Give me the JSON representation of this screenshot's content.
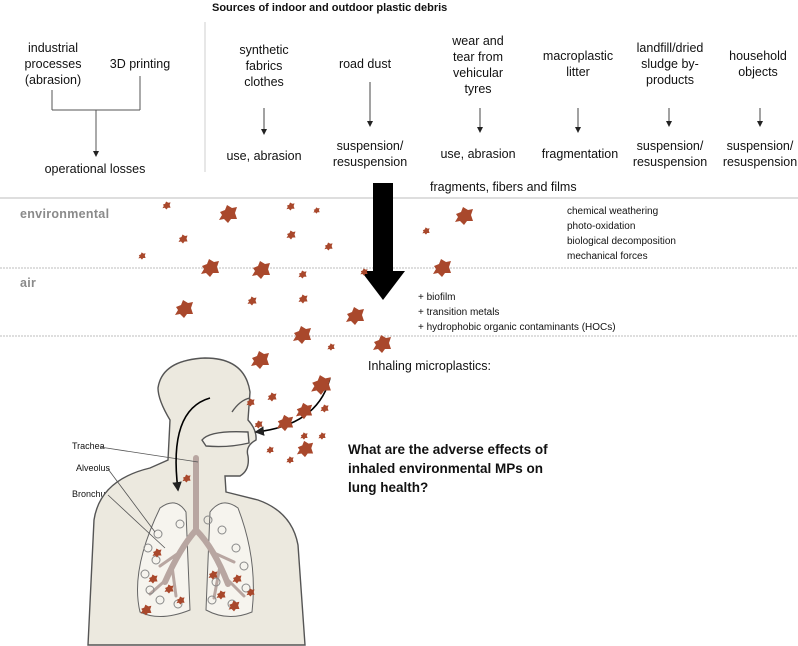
{
  "title": "Sources of indoor and outdoor plastic debris",
  "sources": [
    {
      "id": "industrial",
      "label": "industrial\nprocesses\n(abrasion)"
    },
    {
      "id": "printing",
      "label": "3D printing"
    },
    {
      "id": "fabrics",
      "label": "synthetic\nfabrics\nclothes",
      "process": "use, abrasion"
    },
    {
      "id": "road",
      "label": "road dust",
      "process": "suspension/\nresuspension"
    },
    {
      "id": "tyres",
      "label": "wear and\ntear from\nvehicular\ntyres",
      "process": "use, abrasion"
    },
    {
      "id": "macro",
      "label": "macroplastic\nlitter",
      "process": "fragmentation"
    },
    {
      "id": "landfill",
      "label": "landfill/dried\nsludge by-\nproducts",
      "process": "suspension/\nresuspension"
    },
    {
      "id": "household",
      "label": "household\nobjects",
      "process": "suspension/\nresuspension"
    }
  ],
  "operational_losses": "operational losses",
  "fragments_label": "fragments, fibers and films",
  "zones": {
    "environmental": "environmental",
    "air": "air"
  },
  "weathering": [
    "chemical weathering",
    "photo-oxidation",
    "biological decomposition",
    "mechanical forces"
  ],
  "additions": [
    "+ biofilm",
    "+ transition metals",
    "+ hydrophobic organic contaminants (HOCs)"
  ],
  "inhaling": "Inhaling microplastics:",
  "anatomy": {
    "trachea": "Trachea",
    "alveolus": "Alveolus",
    "bronchus": "Bronchus"
  },
  "question": "What are the adverse effects of inhaled environmental MPs on lung health?",
  "colors": {
    "particle": "#a9482c",
    "arrow": "#000000",
    "divider": "#b8b8b8",
    "zone_text": "#8a8a8a",
    "body_fill": "#ece9df",
    "lung_fill": "#f6f4ee",
    "airway": "#b8a6a1"
  }
}
